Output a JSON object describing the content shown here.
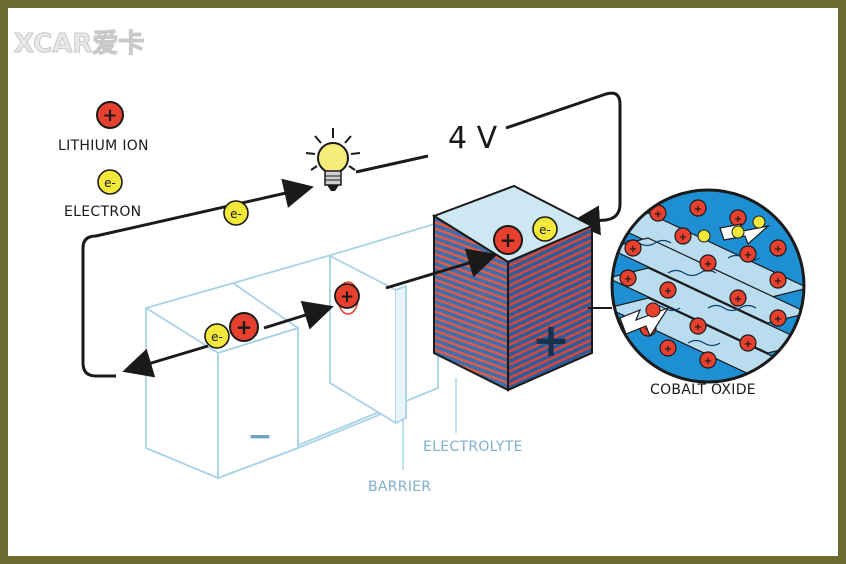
{
  "watermark": {
    "text": "XCAR爱卡"
  },
  "legend": {
    "lithium_ion_label": "LITHIUM ION",
    "electron_label": "ELECTRON",
    "ion_symbol": "+",
    "electron_symbol": "e-"
  },
  "voltage_label": "4 V",
  "labels": {
    "cobalt_oxide": "COBALT OXIDE",
    "electrolyte": "ELECTROLYTE",
    "barrier": "BARRIER"
  },
  "electrodes": {
    "negative_symbol": "−",
    "positive_symbol": "+"
  },
  "colors": {
    "ion_red": "#e8402e",
    "electron_yellow": "#f4e83a",
    "cell_line": "#a8d3e6",
    "cathode_face": "#cde8f3",
    "cathode_blue": "#1f7ec2",
    "outline": "#1a1a1a",
    "frame": "#6b6b2f"
  },
  "icons": [
    "lithium-ion-icon",
    "electron-icon",
    "light-bulb-icon",
    "arrow-icon"
  ]
}
